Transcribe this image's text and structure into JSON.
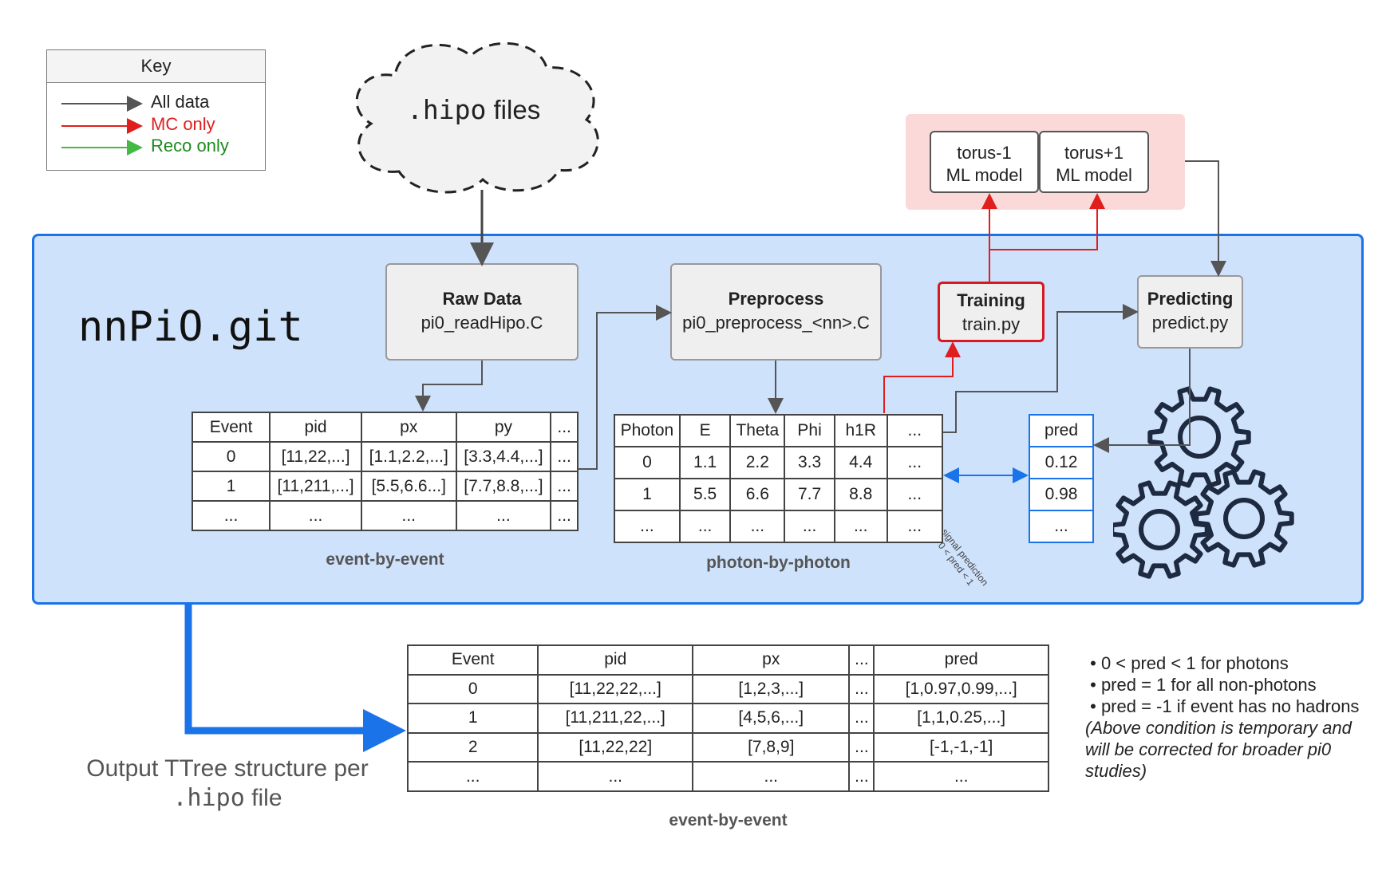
{
  "key": {
    "title": "Key",
    "items": [
      {
        "label": "All data",
        "color": "#444444"
      },
      {
        "label": "MC only",
        "color": "#e01e1e"
      },
      {
        "label": "Reco only",
        "color": "#44b944"
      }
    ]
  },
  "cloud": {
    "mono": ".hipo",
    "text": " files"
  },
  "repo": {
    "title": "nnPiO.git"
  },
  "models": [
    {
      "line1": "torus-1",
      "line2": "ML model"
    },
    {
      "line1": "torus+1",
      "line2": "ML model"
    }
  ],
  "boxes": {
    "raw": {
      "title": "Raw Data",
      "sub": "pi0_readHipo.C"
    },
    "pre": {
      "title": "Preprocess",
      "sub": "pi0_preprocess_<nn>.C"
    },
    "train": {
      "title": "Training",
      "sub": "train.py"
    },
    "predict": {
      "title": "Predicting",
      "sub": "predict.py"
    }
  },
  "event_table": {
    "header": [
      "Event",
      "pid",
      "px",
      "py",
      "..."
    ],
    "rows": [
      [
        "0",
        "[11,22,...]",
        "[1.1,2.2,...]",
        "[3.3,4.4,...]",
        "..."
      ],
      [
        "1",
        "[11,211,...]",
        "[5.5,6.6...]",
        "[7.7,8.8,...]",
        "..."
      ],
      [
        "...",
        "...",
        "...",
        "...",
        "..."
      ]
    ],
    "caption": "event-by-event"
  },
  "photon_table": {
    "header": [
      "Photon",
      "E",
      "Theta",
      "Phi",
      "h1R",
      "..."
    ],
    "rows": [
      [
        "0",
        "1.1",
        "2.2",
        "3.3",
        "4.4",
        "..."
      ],
      [
        "1",
        "5.5",
        "6.6",
        "7.7",
        "8.8",
        "..."
      ],
      [
        "...",
        "...",
        "...",
        "...",
        "...",
        "..."
      ]
    ],
    "caption": "photon-by-photon"
  },
  "pred_table": {
    "header": "pred",
    "rows": [
      "0.12",
      "0.98",
      "..."
    ]
  },
  "signal_note": {
    "line1": "signal prediction",
    "line2": "0 < pred < 1"
  },
  "output_table": {
    "header": [
      "Event",
      "pid",
      "px",
      "...",
      "pred"
    ],
    "rows": [
      [
        "0",
        "[11,22,22,...]",
        "[1,2,3,...]",
        "...",
        "[1,0.97,0.99,...]"
      ],
      [
        "1",
        "[11,211,22,...]",
        "[4,5,6,...]",
        "...",
        "[1,1,0.25,...]"
      ],
      [
        "2",
        "[11,22,22]",
        "[7,8,9]",
        "...",
        "[-1,-1,-1]"
      ],
      [
        "...",
        "...",
        "...",
        "...",
        "..."
      ]
    ],
    "caption": "event-by-event"
  },
  "output_caption": {
    "line1": "Output TTree structure per",
    "mono": ".hipo",
    "rest": " file"
  },
  "notes": {
    "bullets": [
      "0 < pred < 1 for photons",
      "pred = 1 for all non-photons",
      "pred = -1 if event has no hadrons"
    ],
    "italic": [
      "(Above condition is temporary and",
      "will be corrected for broader pi0",
      "studies)"
    ]
  }
}
